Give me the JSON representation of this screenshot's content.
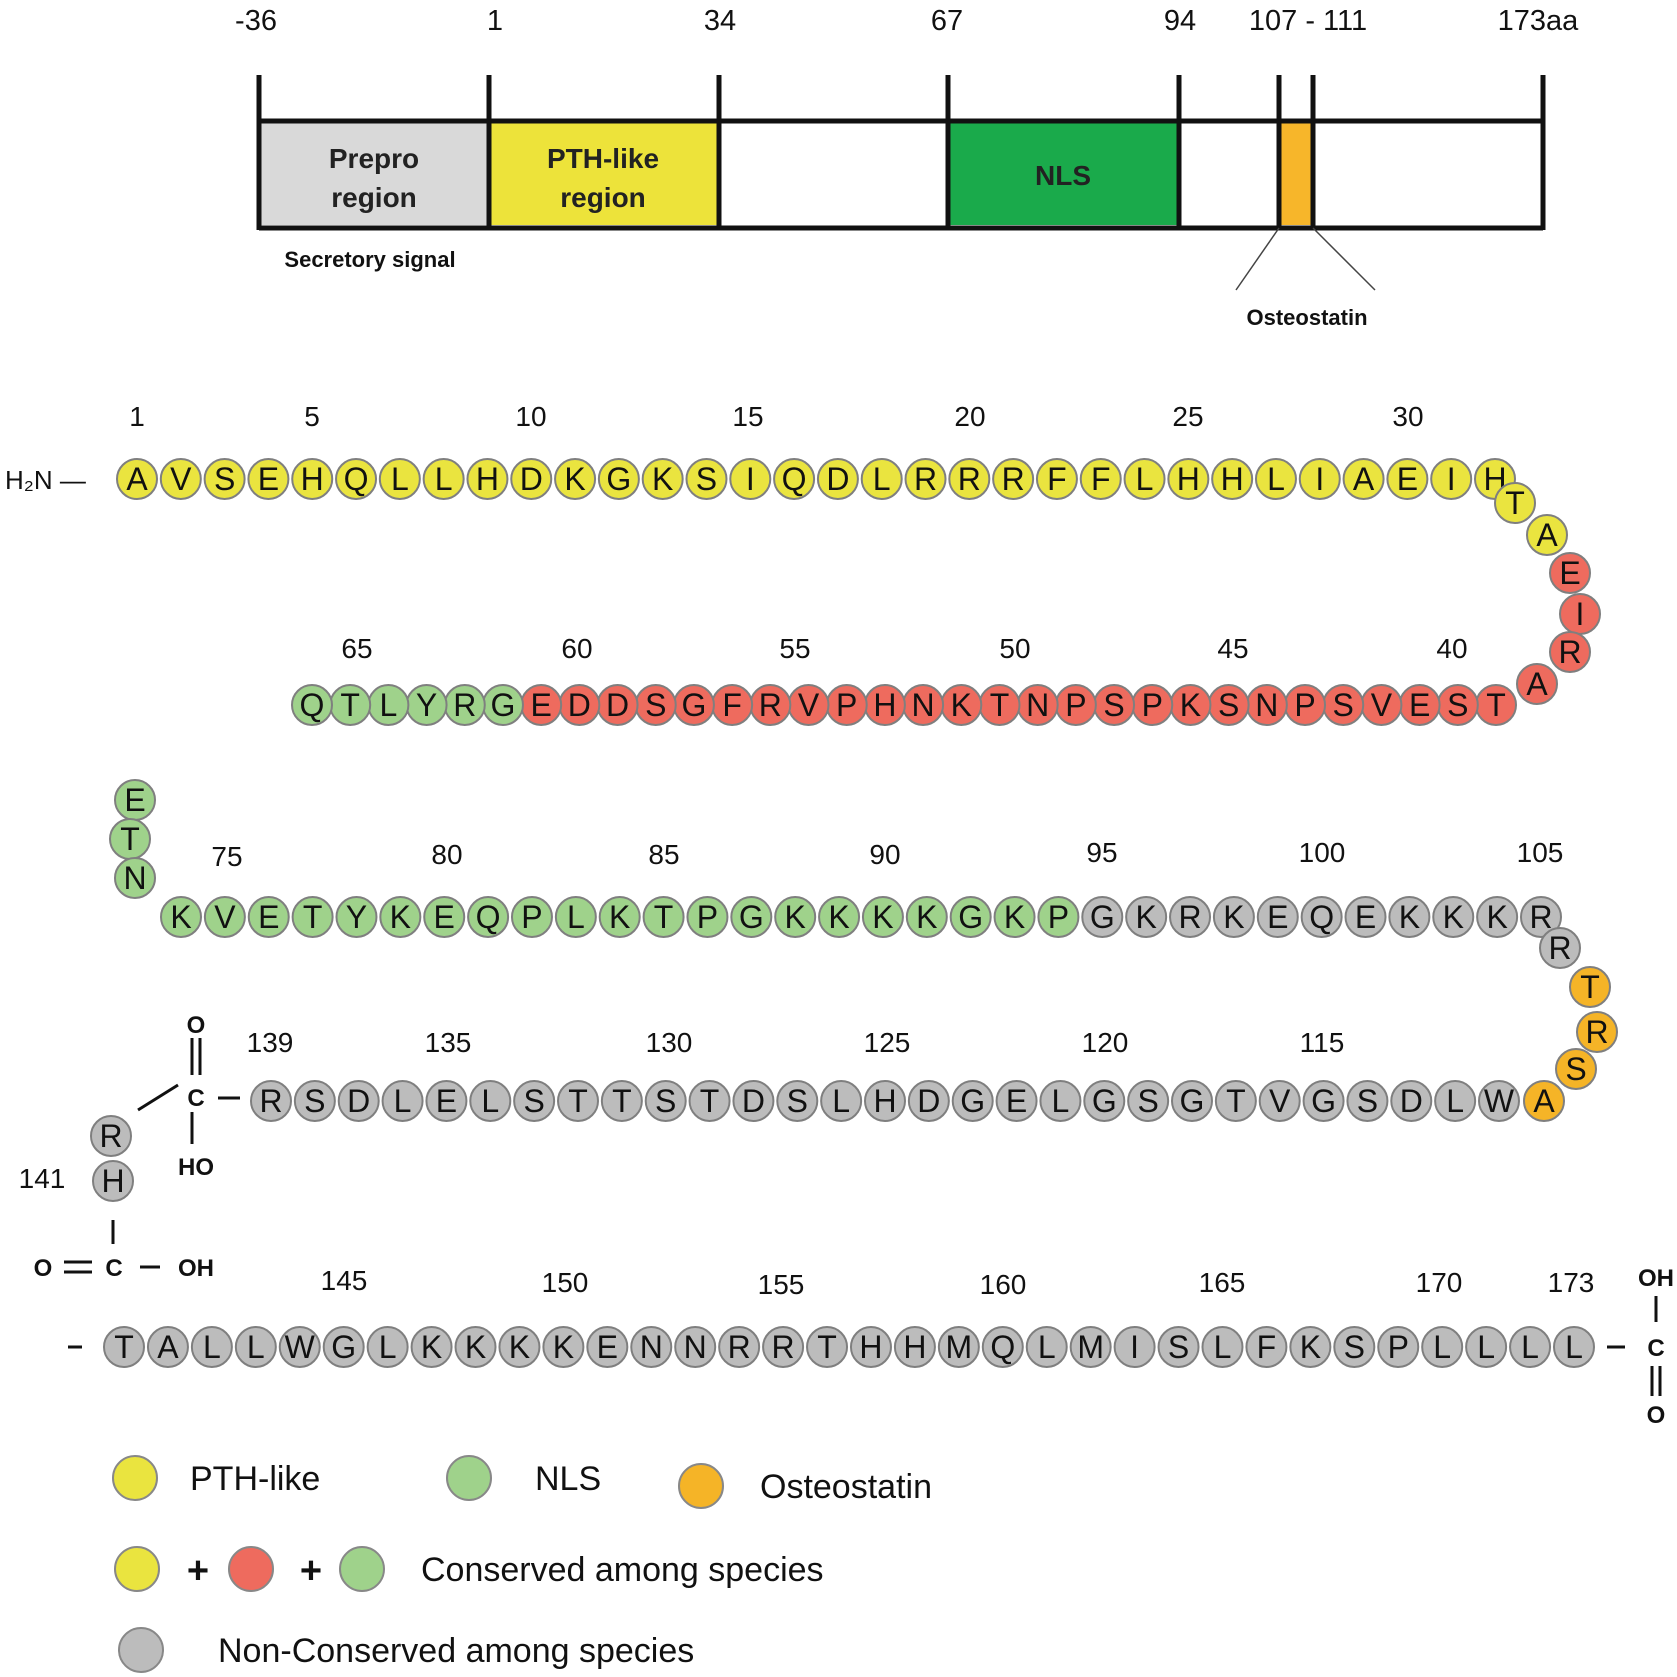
{
  "colors": {
    "prepro": "#d9d9d9",
    "pth_like_region": "#ede33a",
    "nls_region": "#1aaa4b",
    "osteostatin_region": "#f7b62a",
    "res_pth": "#eae43f",
    "res_conserved": "#ee6b5e",
    "res_nls": "#9fd28b",
    "res_osteostatin": "#f5b427",
    "res_nonconserved": "#bcbcbc",
    "res_stroke": "#7f7f7f"
  },
  "domain_map": {
    "ticks": [
      "-36",
      "1",
      "34",
      "67",
      "94",
      "107 - 111",
      "173aa"
    ],
    "prepro_label": [
      "Prepro",
      "region"
    ],
    "pth_label": [
      "PTH-like",
      "region"
    ],
    "nls_label": "NLS",
    "secretory_signal": "Secretory signal",
    "osteostatin": "Osteostatin"
  },
  "sequence": {
    "n_terminus": "H₂N —",
    "rows": [
      {
        "letters": "AVSEHQLLHDKGKSIQDLRRRFFLHHLIAEIH",
        "classes": "PPPPPPPPPPPPPPPPPPPPPPPPPPPPPPPP"
      },
      {
        "letters": "TAEIRA",
        "classes": "PPCCCC"
      },
      {
        "letters": "TSEVSPNSKPSPNTKNHPVRFGSDDEGRYLTQ",
        "classes": "CCCCCCCCCCCCCCCCCCCCCCCCCCNNNNNN"
      },
      {
        "letters": "ETN",
        "classes": "NNN"
      },
      {
        "letters": "KVETYKEQPLKTPGKKKKGKPGKRKEQEKKKR",
        "classes": "NNNNNNNNNNNNNNNNNNNNNXXXXXXXXXXX"
      },
      {
        "letters": "RTRSA",
        "classes": "XOOOO"
      },
      {
        "letters": "WLDSGVTGSGLEGDHLSDTSTTSLELDSR",
        "classes": "XXXXXXXXXXXXXXXXXXXXXXXXXXXXX"
      },
      {
        "letters": "RH",
        "classes": "XX"
      },
      {
        "letters": "TALLWGLKKKKENNRRTHHMQLMISLFKSPLLLL",
        "classes": "XXXXXXXXXXXXXXXXXXXXXXXXXXXXXXXXXX"
      }
    ],
    "position_labels": [
      "1",
      "5",
      "10",
      "15",
      "20",
      "25",
      "30",
      "65",
      "60",
      "55",
      "50",
      "45",
      "40",
      "75",
      "80",
      "85",
      "90",
      "95",
      "100",
      "105",
      "139",
      "135",
      "130",
      "125",
      "120",
      "115",
      "141",
      "145",
      "150",
      "155",
      "160",
      "165",
      "170",
      "173"
    ],
    "chem": {
      "o": "O",
      "c": "C",
      "ho": "HO",
      "oh": "OH",
      "o_eq_c_oh": [
        "O",
        "C",
        "OH"
      ]
    }
  },
  "legend": {
    "pth_like": "PTH-like",
    "nls": "NLS",
    "osteostatin": "Osteostatin",
    "plus": "+",
    "conserved": "Conserved among species",
    "non_conserved": "Non-Conserved among species"
  }
}
